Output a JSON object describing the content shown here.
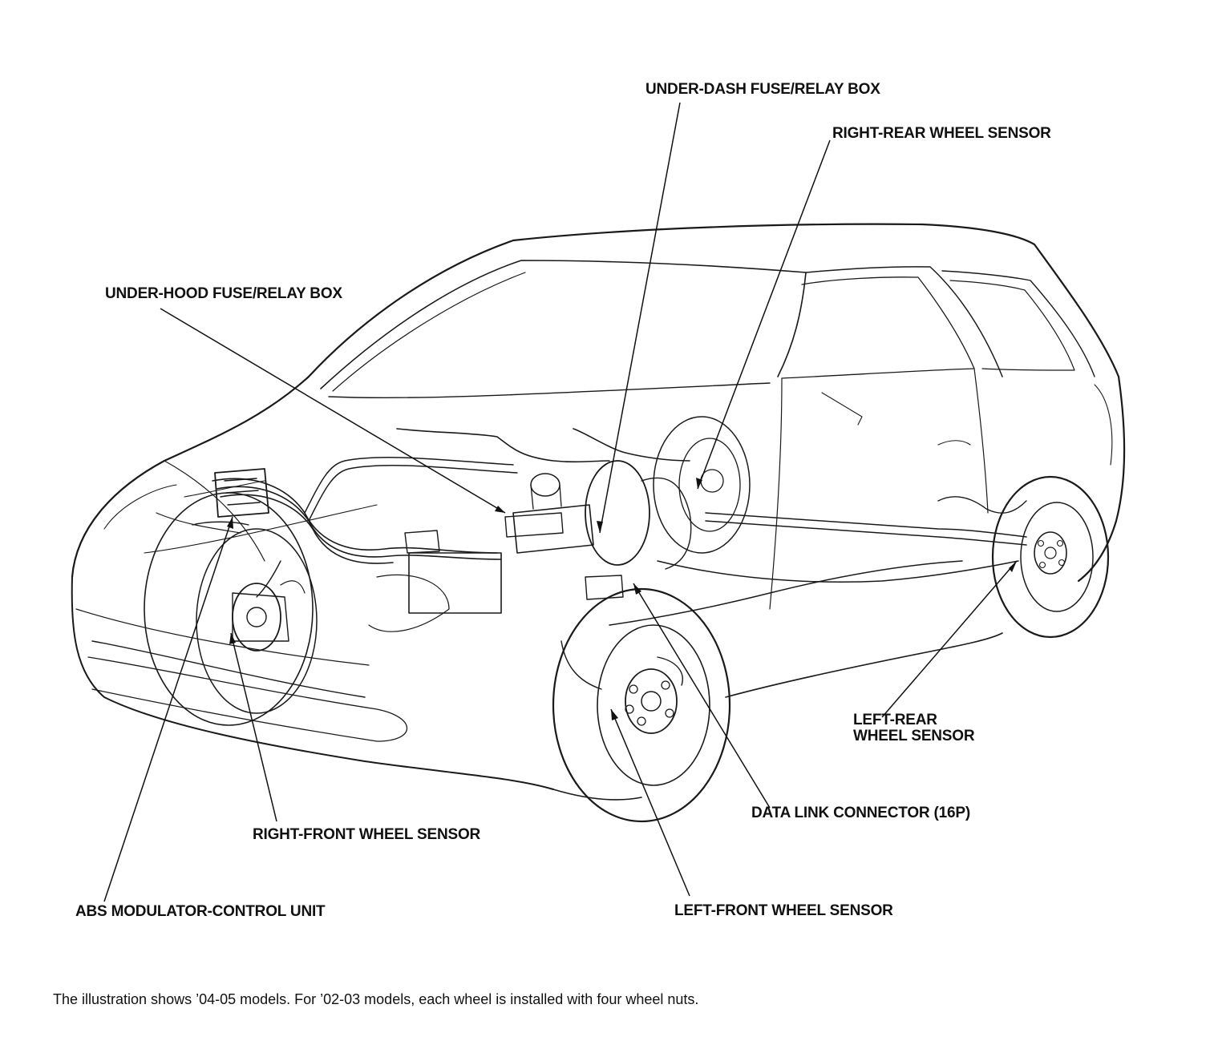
{
  "callouts": {
    "under_dash_fuse_relay_box": "UNDER-DASH FUSE/RELAY BOX",
    "right_rear_wheel_sensor": "RIGHT-REAR WHEEL SENSOR",
    "under_hood_fuse_relay_box": "UNDER-HOOD FUSE/RELAY BOX",
    "left_rear_wheel_sensor_line1": "LEFT-REAR",
    "left_rear_wheel_sensor_line2": "WHEEL SENSOR",
    "data_link_connector": "DATA LINK CONNECTOR (16P)",
    "right_front_wheel_sensor": "RIGHT-FRONT WHEEL SENSOR",
    "abs_modulator_control_unit": "ABS MODULATOR-CONTROL UNIT",
    "left_front_wheel_sensor": "LEFT-FRONT WHEEL SENSOR"
  },
  "caption": "The illustration shows ’04-05 models. For ’02-03 models, each wheel is installed with four wheel nuts.",
  "colors": {
    "ink": "#1a1a1a",
    "background": "#ffffff"
  }
}
